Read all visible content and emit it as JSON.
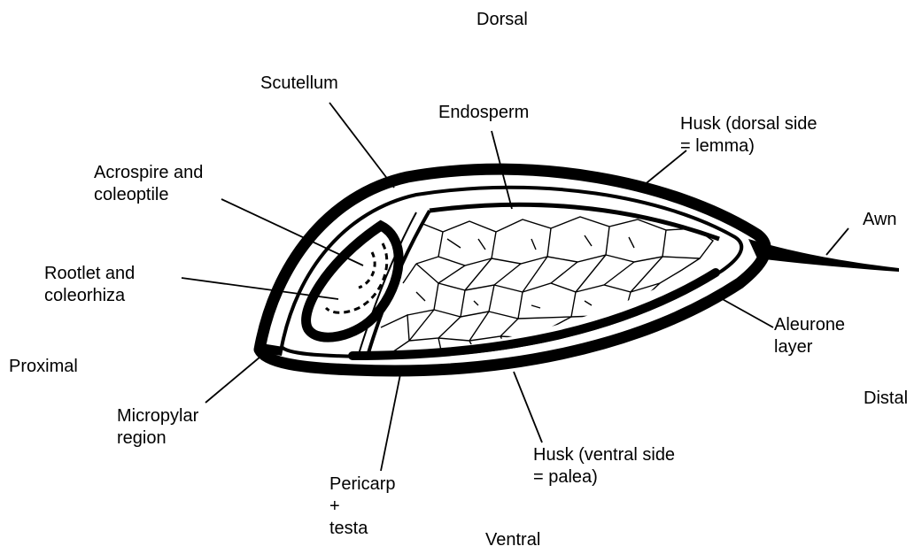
{
  "orientation": {
    "dorsal": "Dorsal",
    "ventral": "Ventral",
    "proximal": "Proximal",
    "distal": "Distal"
  },
  "labels": {
    "scutellum": "Scutellum",
    "endosperm": "Endosperm",
    "husk_dorsal": [
      "Husk (dorsal side",
      "= lemma)"
    ],
    "acrospire": [
      "Acrospire and",
      "coleoptile"
    ],
    "awn": "Awn",
    "rootlet": [
      "Rootlet and",
      "coleorhiza"
    ],
    "aleurone": [
      "Aleurone",
      "layer"
    ],
    "micropylar": [
      "Micropylar",
      "region"
    ],
    "husk_ventral": [
      "Husk (ventral side",
      "= palea)"
    ],
    "pericarp": [
      "Pericarp",
      "+",
      "testa"
    ]
  },
  "colors": {
    "ink": "#000000",
    "background": "#ffffff"
  }
}
